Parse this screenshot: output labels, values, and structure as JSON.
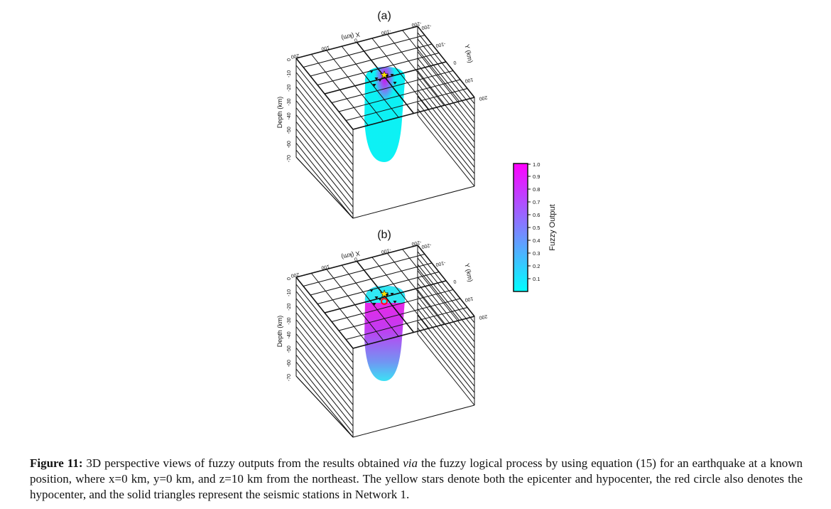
{
  "panels": [
    {
      "label": "(a)",
      "fill": "cyan-dominant"
    },
    {
      "label": "(b)",
      "fill": "magenta-core"
    }
  ],
  "axes": {
    "x_label": "X (km)",
    "y_label": "Y (km)",
    "z_label": "Depth (km)",
    "x_ticks": [
      "200",
      "100",
      "0",
      "-100",
      "-200"
    ],
    "y_ticks": [
      "-200",
      "-100",
      "0",
      "100",
      "200"
    ],
    "z_ticks": [
      "0",
      "-10",
      "-20",
      "-30",
      "-40",
      "-50",
      "-60",
      "-70"
    ]
  },
  "colorbar": {
    "label": "Fuzzy Output",
    "ticks": [
      "0.1",
      "0.2",
      "0.3",
      "0.4",
      "0.5",
      "0.6",
      "0.7",
      "0.8",
      "0.9",
      "1.0"
    ],
    "range": [
      0,
      1
    ],
    "color_low": "#00ffff",
    "color_high": "#ff00ff"
  },
  "caption": {
    "label": "Figure 11:",
    "text1": " 3D perspective views of fuzzy outputs from the results obtained ",
    "italic": "via",
    "text2": " the fuzzy logical process by using equation (15) for an earthquake at a known position, where x=0 km, y=0 km, and z=10 km from the northeast. The yellow stars denote both the epicenter and hypocenter, the red circle also denotes the hypocenter, and the solid triangles represent the seismic stations in Network 1."
  }
}
